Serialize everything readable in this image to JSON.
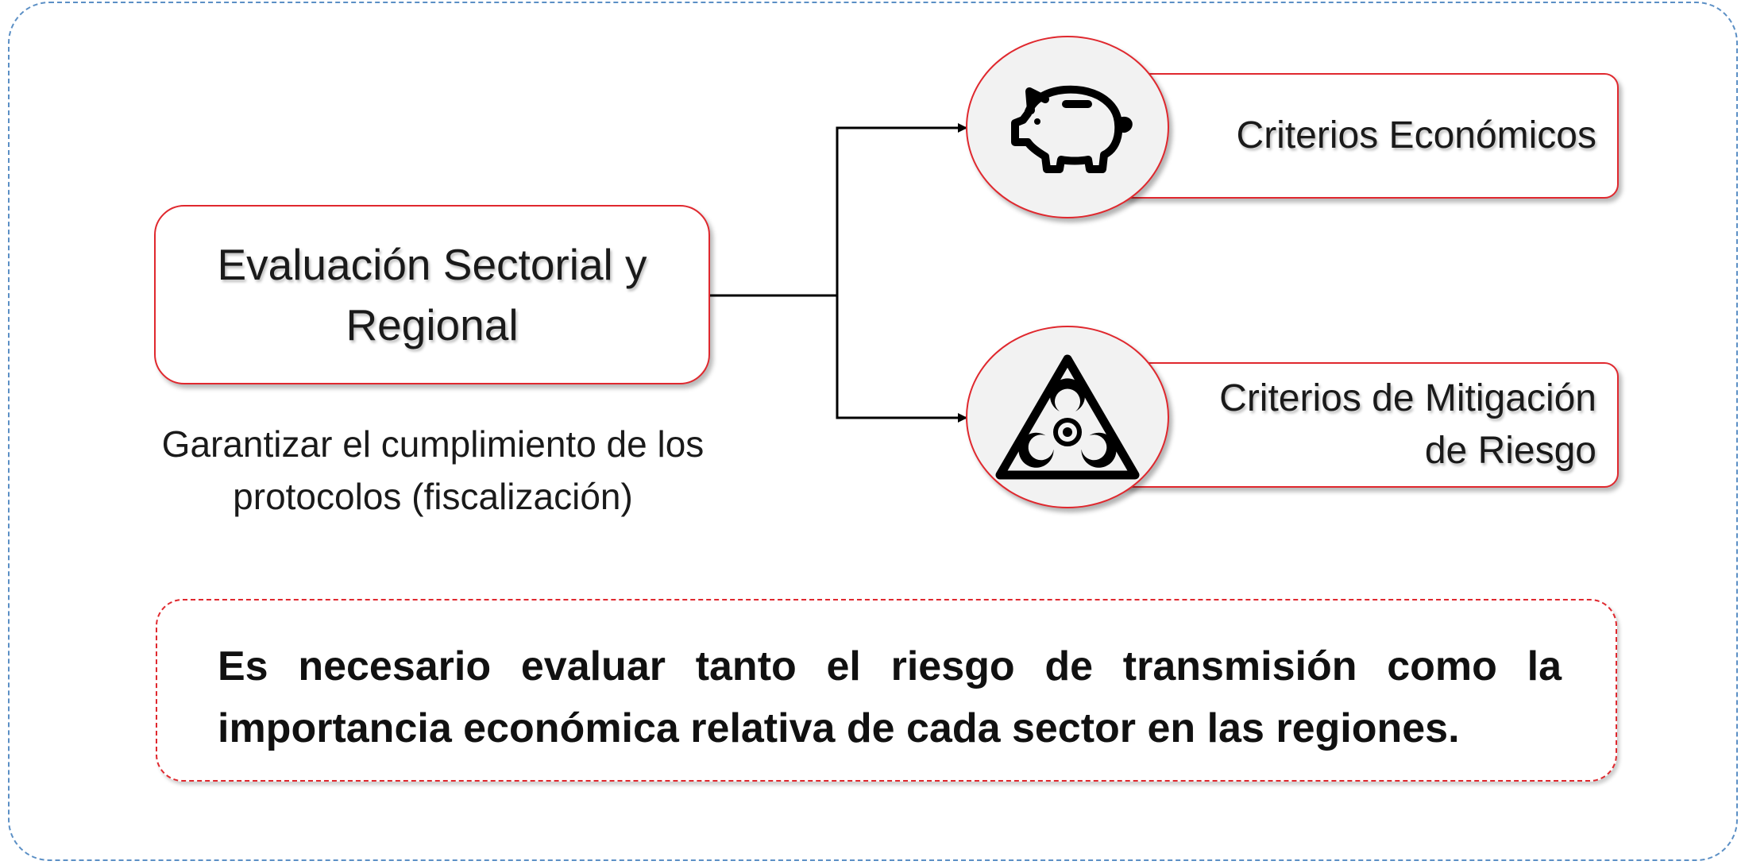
{
  "main_node": {
    "label": "Evaluación Sectorial y Regional",
    "subtitle": "Garantizar el cumplimiento de los protocolos (fiscalización)"
  },
  "branches": [
    {
      "label": "Criterios Económicos",
      "icon": "piggy-bank-icon"
    },
    {
      "label": "Criterios de Mitigación de Riesgo",
      "icon": "biohazard-icon"
    }
  ],
  "note": {
    "text": "Es necesario evaluar tanto el riesgo de transmisión como la importancia económica relativa de cada sector en las regiones."
  },
  "colors": {
    "accent": "#e0282e",
    "frame": "#5b8fc5",
    "circle_fill": "#f2f2f2",
    "connector": "#000000"
  }
}
